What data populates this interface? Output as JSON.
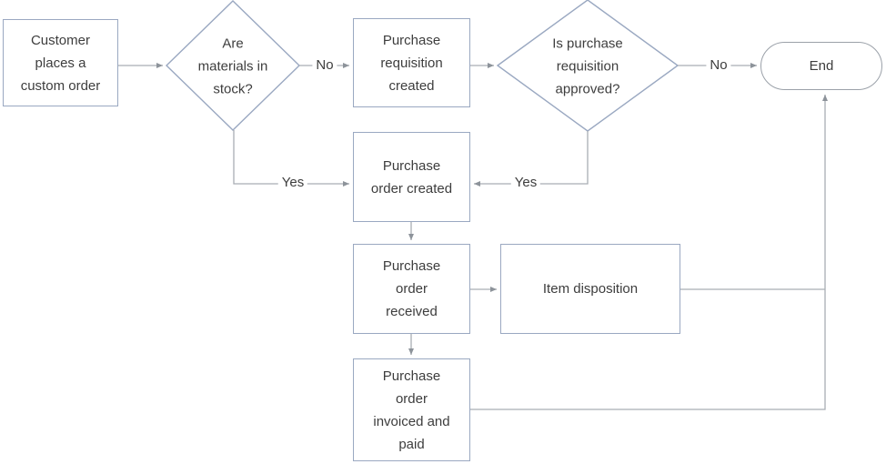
{
  "diagram": {
    "type": "flowchart",
    "background": "#ffffff",
    "colors": {
      "process_border": "#9aa8c1",
      "terminator_border": "#9ba1a9",
      "connector": "#a9aeb4",
      "arrowhead": "#8d939a",
      "text": "#3d3d3d"
    },
    "nodes": {
      "customer": "Customer\nplaces a\ncustom order",
      "materials": "Are\nmaterials in\nstock?",
      "requisition": "Purchase\nrequisition\ncreated",
      "approved": "Is purchase\nrequisition\napproved?",
      "end": "End",
      "po_created": "Purchase\norder created",
      "po_received": "Purchase\norder\nreceived",
      "item_disposition": "Item disposition",
      "po_invoiced": "Purchase\norder\ninvoiced and\npaid"
    },
    "edge_labels": {
      "materials_no": "No",
      "materials_yes": "Yes",
      "approved_no": "No",
      "approved_yes": "Yes"
    }
  }
}
